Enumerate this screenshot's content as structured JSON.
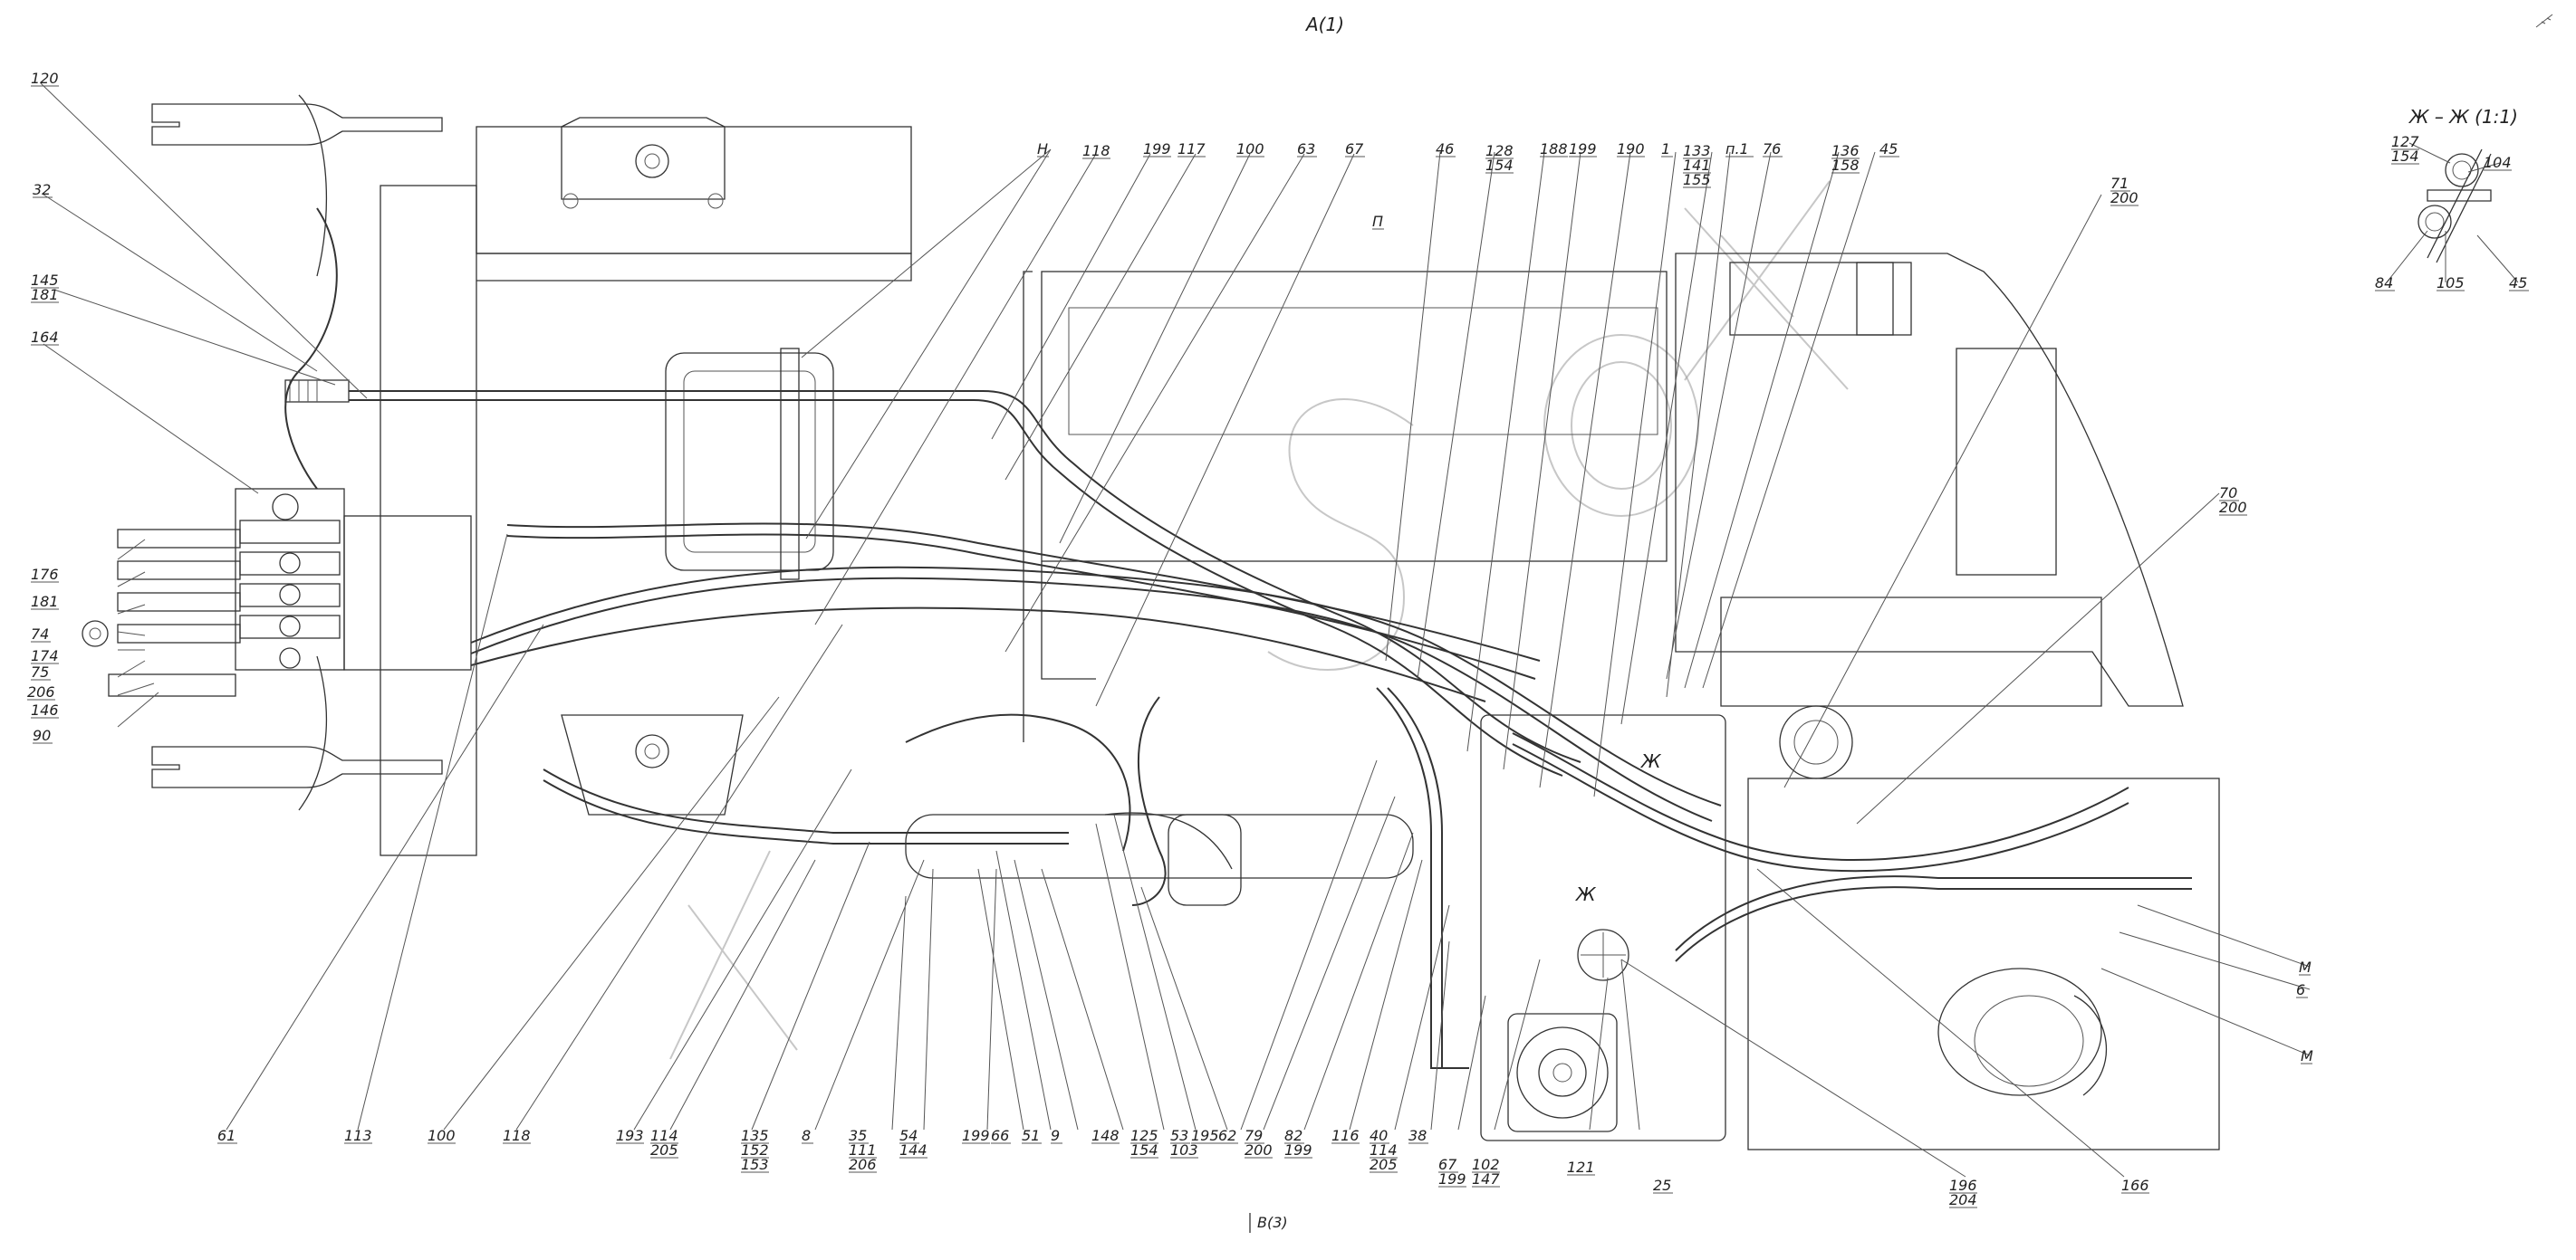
{
  "view": {
    "title": "А(1)",
    "section": "Ж – Ж  (1:1)",
    "ref_bottom": "В(3)"
  },
  "callouts_top": [
    {
      "id": "t120",
      "parts": [
        "120"
      ]
    },
    {
      "id": "t32",
      "parts": [
        "32"
      ]
    },
    {
      "id": "t145",
      "parts": [
        "145",
        "181"
      ]
    },
    {
      "id": "t164",
      "parts": [
        "164"
      ]
    },
    {
      "id": "tH",
      "parts": [
        "Н"
      ]
    },
    {
      "id": "t118",
      "parts": [
        "118"
      ]
    },
    {
      "id": "t199a",
      "parts": [
        "199"
      ]
    },
    {
      "id": "t117",
      "parts": [
        "117"
      ]
    },
    {
      "id": "t100",
      "parts": [
        "100"
      ]
    },
    {
      "id": "t63",
      "parts": [
        "63"
      ]
    },
    {
      "id": "t67",
      "parts": [
        "67"
      ]
    },
    {
      "id": "t46",
      "parts": [
        "46"
      ]
    },
    {
      "id": "t128",
      "parts": [
        "128",
        "154"
      ]
    },
    {
      "id": "t188",
      "parts": [
        "188"
      ]
    },
    {
      "id": "t199b",
      "parts": [
        "199"
      ]
    },
    {
      "id": "t190",
      "parts": [
        "190"
      ]
    },
    {
      "id": "t1",
      "parts": [
        "1"
      ]
    },
    {
      "id": "t133",
      "parts": [
        "133",
        "141",
        "155"
      ]
    },
    {
      "id": "tp1",
      "parts": [
        "п.1"
      ]
    },
    {
      "id": "t76",
      "parts": [
        "76"
      ]
    },
    {
      "id": "t136",
      "parts": [
        "136",
        "158"
      ]
    },
    {
      "id": "t45",
      "parts": [
        "45"
      ]
    },
    {
      "id": "t71",
      "parts": [
        "71",
        "200"
      ]
    },
    {
      "id": "t70",
      "parts": [
        "70",
        "200"
      ]
    },
    {
      "id": "tP",
      "parts": [
        "П"
      ]
    }
  ],
  "callouts_left": [
    {
      "id": "l176",
      "parts": [
        "176"
      ]
    },
    {
      "id": "l181",
      "parts": [
        "181"
      ]
    },
    {
      "id": "l74",
      "parts": [
        "74"
      ]
    },
    {
      "id": "l174",
      "parts": [
        "174"
      ]
    },
    {
      "id": "l75",
      "parts": [
        "75"
      ]
    },
    {
      "id": "l206",
      "parts": [
        "206"
      ]
    },
    {
      "id": "l146",
      "parts": [
        "146"
      ]
    },
    {
      "id": "l90",
      "parts": [
        "90"
      ]
    }
  ],
  "callouts_bottom": [
    {
      "id": "b61",
      "parts": [
        "61"
      ]
    },
    {
      "id": "b113",
      "parts": [
        "113"
      ]
    },
    {
      "id": "b100",
      "parts": [
        "100"
      ]
    },
    {
      "id": "b118",
      "parts": [
        "118"
      ]
    },
    {
      "id": "b193",
      "parts": [
        "193"
      ]
    },
    {
      "id": "b114",
      "parts": [
        "114",
        "205"
      ]
    },
    {
      "id": "b135",
      "parts": [
        "135",
        "152",
        "153"
      ]
    },
    {
      "id": "b8",
      "parts": [
        "8"
      ]
    },
    {
      "id": "b35",
      "parts": [
        "35",
        "111",
        "206"
      ]
    },
    {
      "id": "b54",
      "parts": [
        "54",
        "144"
      ]
    },
    {
      "id": "b199",
      "parts": [
        "199"
      ]
    },
    {
      "id": "b66",
      "parts": [
        "66"
      ]
    },
    {
      "id": "b51",
      "parts": [
        "51"
      ]
    },
    {
      "id": "b9",
      "parts": [
        "9"
      ]
    },
    {
      "id": "b148",
      "parts": [
        "148"
      ]
    },
    {
      "id": "b125",
      "parts": [
        "125",
        "154"
      ]
    },
    {
      "id": "b53",
      "parts": [
        "53",
        "103"
      ]
    },
    {
      "id": "b195",
      "parts": [
        "195"
      ]
    },
    {
      "id": "b62",
      "parts": [
        "62"
      ]
    },
    {
      "id": "b79",
      "parts": [
        "79",
        "200"
      ]
    },
    {
      "id": "b82",
      "parts": [
        "82",
        "199"
      ]
    },
    {
      "id": "b116",
      "parts": [
        "116"
      ]
    },
    {
      "id": "b40",
      "parts": [
        "40",
        "114",
        "205"
      ]
    },
    {
      "id": "b38",
      "parts": [
        "38"
      ]
    },
    {
      "id": "b67",
      "parts": [
        "67",
        "199"
      ]
    },
    {
      "id": "b102",
      "parts": [
        "102",
        "147"
      ]
    },
    {
      "id": "b121",
      "parts": [
        "121"
      ]
    },
    {
      "id": "b25",
      "parts": [
        "25"
      ]
    },
    {
      "id": "b196",
      "parts": [
        "196",
        "204"
      ]
    },
    {
      "id": "b166",
      "parts": [
        "166"
      ]
    }
  ],
  "callouts_right": [
    {
      "id": "rM1",
      "parts": [
        "М"
      ]
    },
    {
      "id": "r6",
      "parts": [
        "6"
      ]
    },
    {
      "id": "rM2",
      "parts": [
        "М"
      ]
    }
  ],
  "callouts_section": [
    {
      "id": "s127",
      "parts": [
        "127",
        "154"
      ]
    },
    {
      "id": "s104",
      "parts": [
        "104"
      ]
    },
    {
      "id": "s84",
      "parts": [
        "84"
      ]
    },
    {
      "id": "s105",
      "parts": [
        "105"
      ]
    },
    {
      "id": "s45",
      "parts": [
        "45"
      ]
    }
  ],
  "section_mark": "Ж"
}
